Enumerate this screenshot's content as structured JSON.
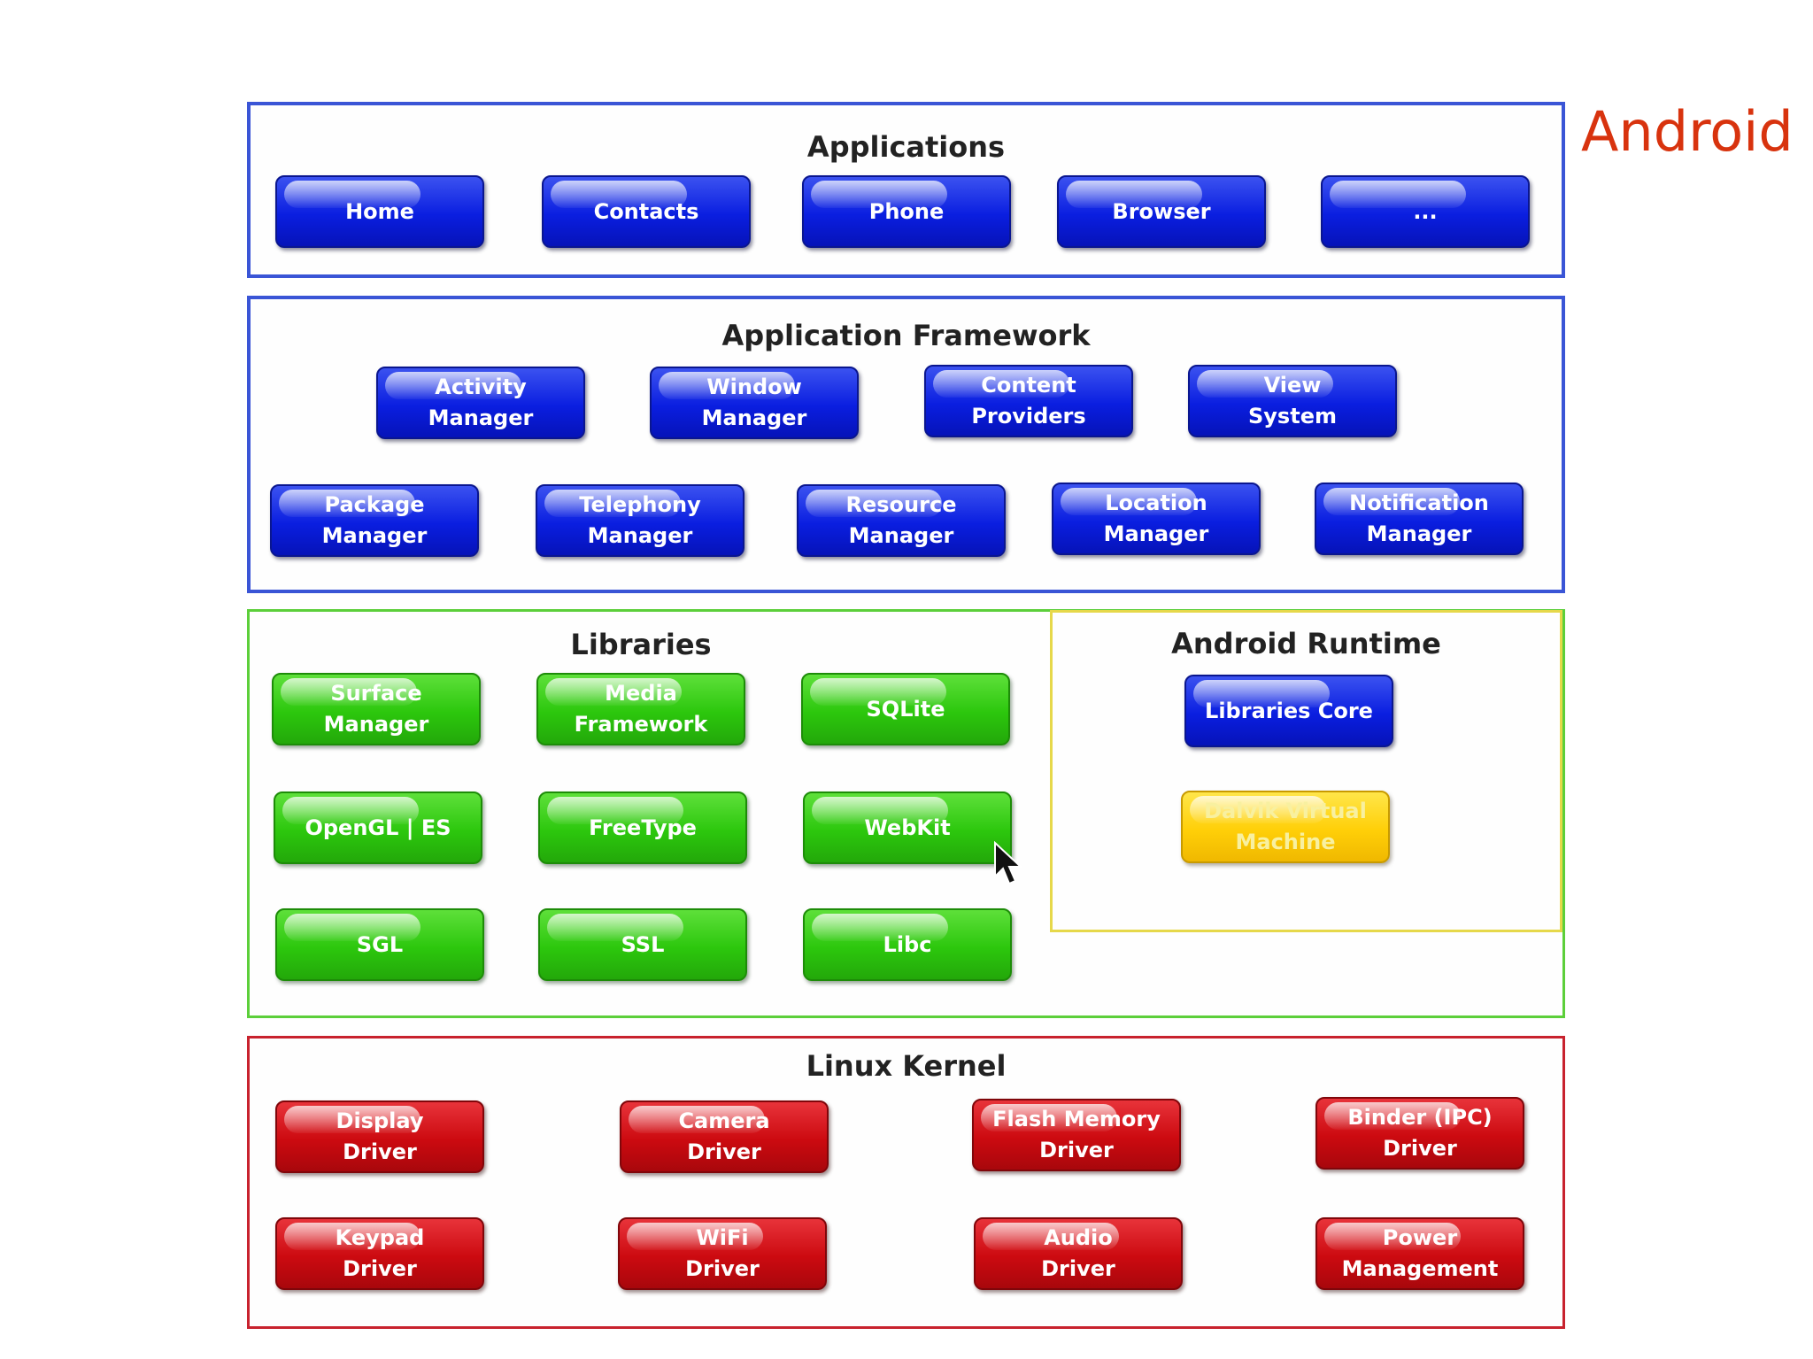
{
  "side_title": "Android",
  "layers": {
    "applications": {
      "title": "Applications",
      "items": [
        "Home",
        "Contacts",
        "Phone",
        "Browser",
        "..."
      ]
    },
    "framework": {
      "title": "Application Framework",
      "items": [
        "Activity\nManager",
        "Window\nManager",
        "Content\nProviders",
        "View\nSystem",
        "Package\nManager",
        "Telephony\nManager",
        "Resource\nManager",
        "Location\nManager",
        "Notification\nManager"
      ]
    },
    "libraries": {
      "title": "Libraries",
      "items": [
        "Surface\nManager",
        "Media\nFramework",
        "SQLite",
        "OpenGL | ES",
        "FreeType",
        "WebKit",
        "SGL",
        "SSL",
        "Libc"
      ]
    },
    "runtime": {
      "title": "Android Runtime",
      "items": [
        "Libraries Core",
        "Dalvik Virtual\nMachine"
      ]
    },
    "kernel": {
      "title": "Linux Kernel",
      "items": [
        "Display\nDriver",
        "Camera\nDriver",
        "Flash Memory\nDriver",
        "Binder (IPC)\nDriver",
        "Keypad\nDriver",
        "WiFi\nDriver",
        "Audio\nDriver",
        "Power\nManagement"
      ]
    }
  },
  "colors": {
    "applications_border": "#3a55d6",
    "framework_border": "#3a55d6",
    "libraries_border": "#5ccf3a",
    "runtime_border": "#e6d84a",
    "kernel_border": "#c8222e",
    "side_title": "#d8330e"
  },
  "icons": {
    "cursor": "mouse-pointer-icon"
  }
}
